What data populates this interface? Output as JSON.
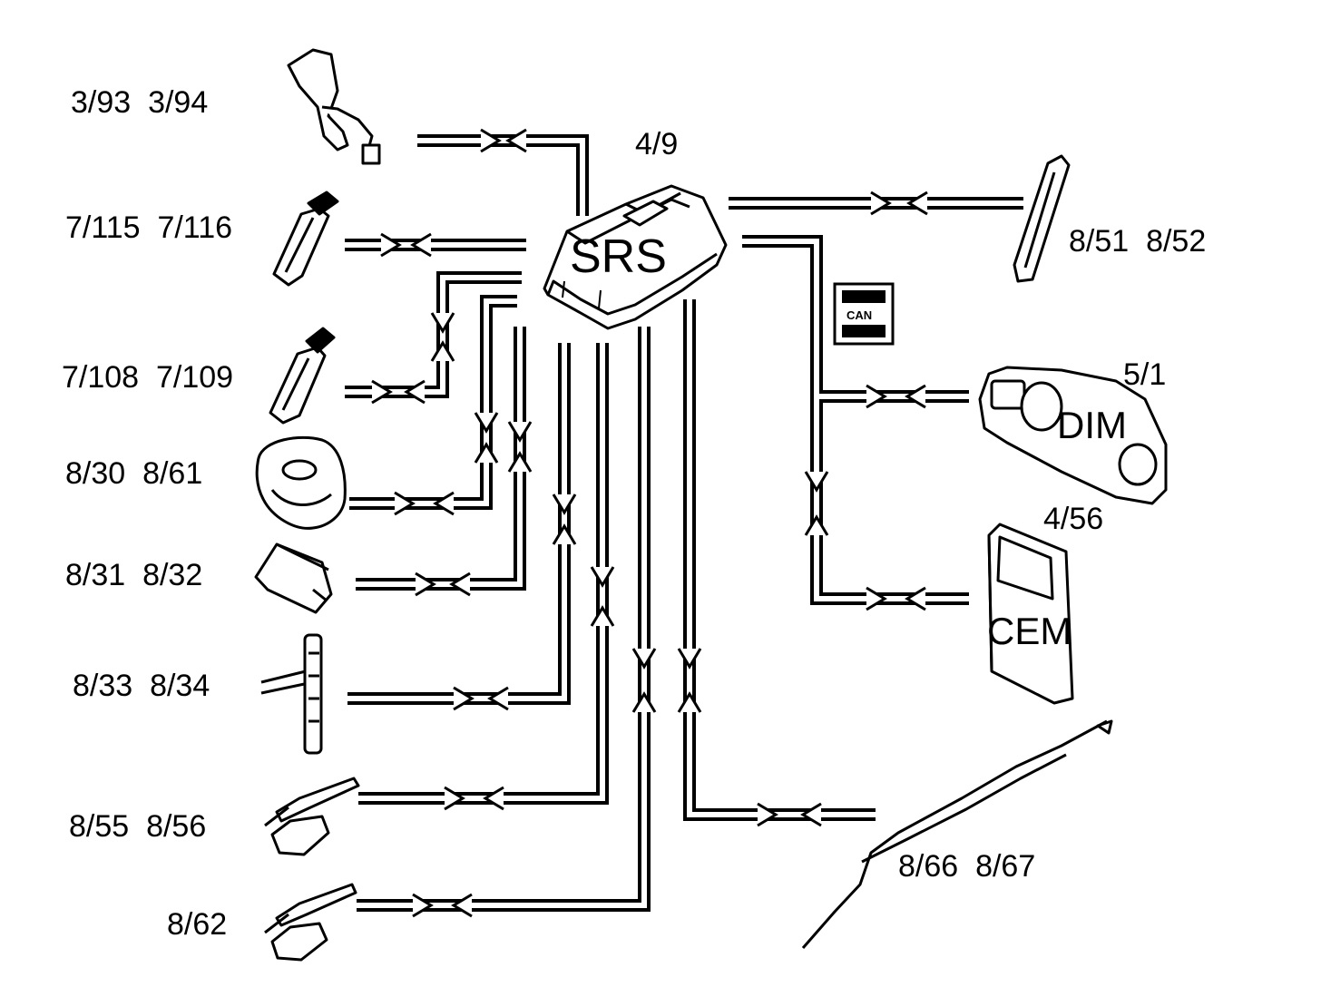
{
  "diagram": {
    "center_unit": {
      "ref": "4/9",
      "name": "SRS"
    },
    "components_left": [
      {
        "ref": "3/93  3/94"
      },
      {
        "ref": "7/115  7/116"
      },
      {
        "ref": "7/108  7/109"
      },
      {
        "ref": "8/30  8/61"
      },
      {
        "ref": "8/31  8/32"
      },
      {
        "ref": "8/33  8/34"
      },
      {
        "ref": "8/55  8/56"
      },
      {
        "ref": "8/62"
      }
    ],
    "components_right": [
      {
        "ref": "8/51  8/52"
      },
      {
        "ref": "5/1",
        "name": "DIM"
      },
      {
        "ref": "4/56",
        "name": "CEM"
      },
      {
        "ref": "8/66  8/67"
      }
    ],
    "can_badge": {
      "label": "CAN"
    }
  }
}
